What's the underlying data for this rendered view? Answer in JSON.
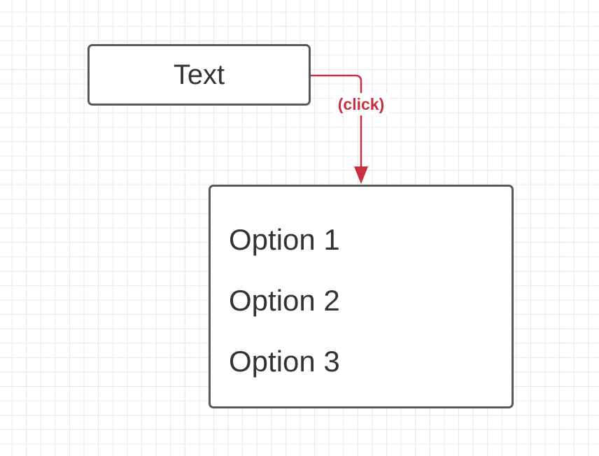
{
  "trigger": {
    "label": "Text"
  },
  "connector": {
    "label": "(click)",
    "color": "#c9303e"
  },
  "dropdown": {
    "options": [
      "Option 1",
      "Option 2",
      "Option 3"
    ]
  },
  "colors": {
    "border": "#595959",
    "text": "#333333",
    "grid": "#e6e6e6"
  }
}
